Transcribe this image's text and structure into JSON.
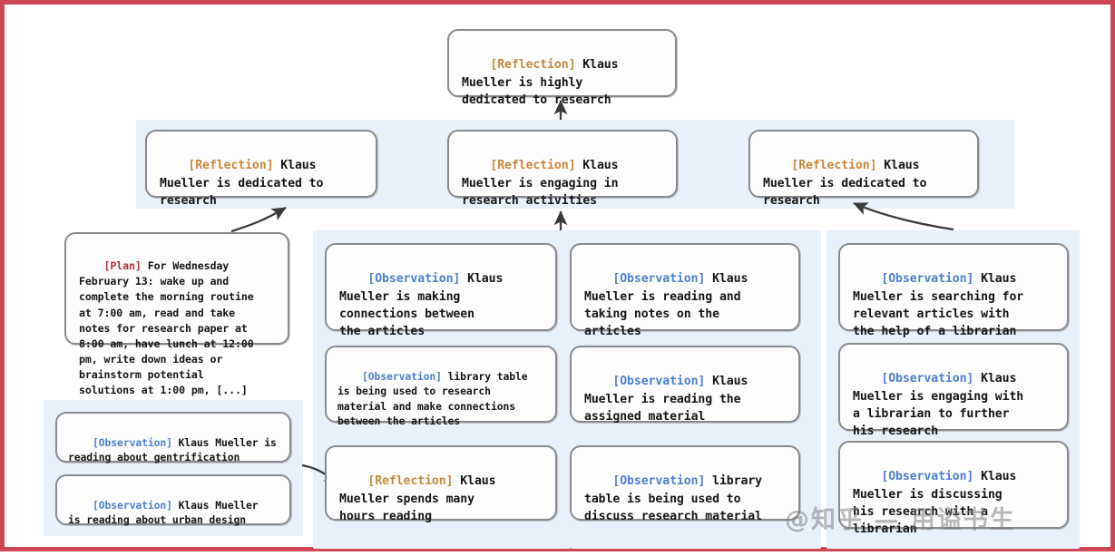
{
  "frame": {
    "border_color": "#cf4655",
    "background": "#ffffff"
  },
  "palette": {
    "panel_blue": "#e8f0fb",
    "node_border": "#8a8a8a",
    "node_fill": "#fdfdfd",
    "tag_reflection": "#c8883c",
    "tag_observation": "#4d7fcf",
    "tag_plan": "#b0303a",
    "arrow": "#3a3a3a"
  },
  "nodes": {
    "root_reflection": {
      "tag": "[Reflection]",
      "tag_type": "reflection",
      "text": " Klaus\nMueller is highly\ndedicated to research"
    },
    "reflection_left": {
      "tag": "[Reflection]",
      "tag_type": "reflection",
      "text": " Klaus\nMueller is dedicated to\nresearch"
    },
    "reflection_mid": {
      "tag": "[Reflection]",
      "tag_type": "reflection",
      "text": " Klaus\nMueller is engaging in\nresearch activities"
    },
    "reflection_right": {
      "tag": "[Reflection]",
      "tag_type": "reflection",
      "text": " Klaus\nMueller is dedicated to\nresearch"
    },
    "plan": {
      "tag": "[Plan]",
      "tag_type": "plan",
      "text": " For Wednesday\nFebruary 13: wake up and\ncomplete the morning routine\nat 7:00 am, read and take\nnotes for research paper at\n8:00 am, have lunch at 12:00\npm, write down ideas or\nbrainstorm potential\nsolutions at 1:00 pm, [...]"
    },
    "obs_gentrification": {
      "tag": "[Observation]",
      "tag_type": "observation",
      "text": " Klaus Mueller is\nreading about gentrification"
    },
    "obs_urban_design": {
      "tag": "[Observation]",
      "tag_type": "observation",
      "text": " Klaus Mueller\nis reading about urban design"
    },
    "col1_obs_connections": {
      "tag": "[Observation]",
      "tag_type": "observation",
      "text": " Klaus\nMueller is making\nconnections between\nthe articles"
    },
    "col1_obs_library_table": {
      "tag": "[Observation]",
      "tag_type": "observation",
      "text": " library table\nis being used to research\nmaterial and make connections\nbetween the articles"
    },
    "col1_reflection_hours": {
      "tag": "[Reflection]",
      "tag_type": "reflection",
      "text": " Klaus\nMueller spends many\nhours reading"
    },
    "col2_obs_notes": {
      "tag": "[Observation]",
      "tag_type": "observation",
      "text": " Klaus\nMueller is reading and\ntaking notes on the\narticles"
    },
    "col2_obs_assigned": {
      "tag": "[Observation]",
      "tag_type": "observation",
      "text": " Klaus\nMueller is reading the\nassigned material"
    },
    "col2_obs_discuss": {
      "tag": "[Observation]",
      "tag_type": "observation",
      "text": " library\ntable is being used to\ndiscuss research material"
    },
    "col3_obs_searching": {
      "tag": "[Observation]",
      "tag_type": "observation",
      "text": " Klaus\nMueller is searching for\nrelevant articles with\nthe help of a librarian"
    },
    "col3_obs_engaging": {
      "tag": "[Observation]",
      "tag_type": "observation",
      "text": " Klaus\nMueller is engaging with\na librarian to further\nhis research"
    },
    "col3_obs_discussing": {
      "tag": "[Observation]",
      "tag_type": "observation",
      "text": " Klaus\nMueller is discussing\nhis research with a\nlibrarian"
    }
  },
  "watermark": {
    "text": "@知乎 — 用谥书生"
  }
}
